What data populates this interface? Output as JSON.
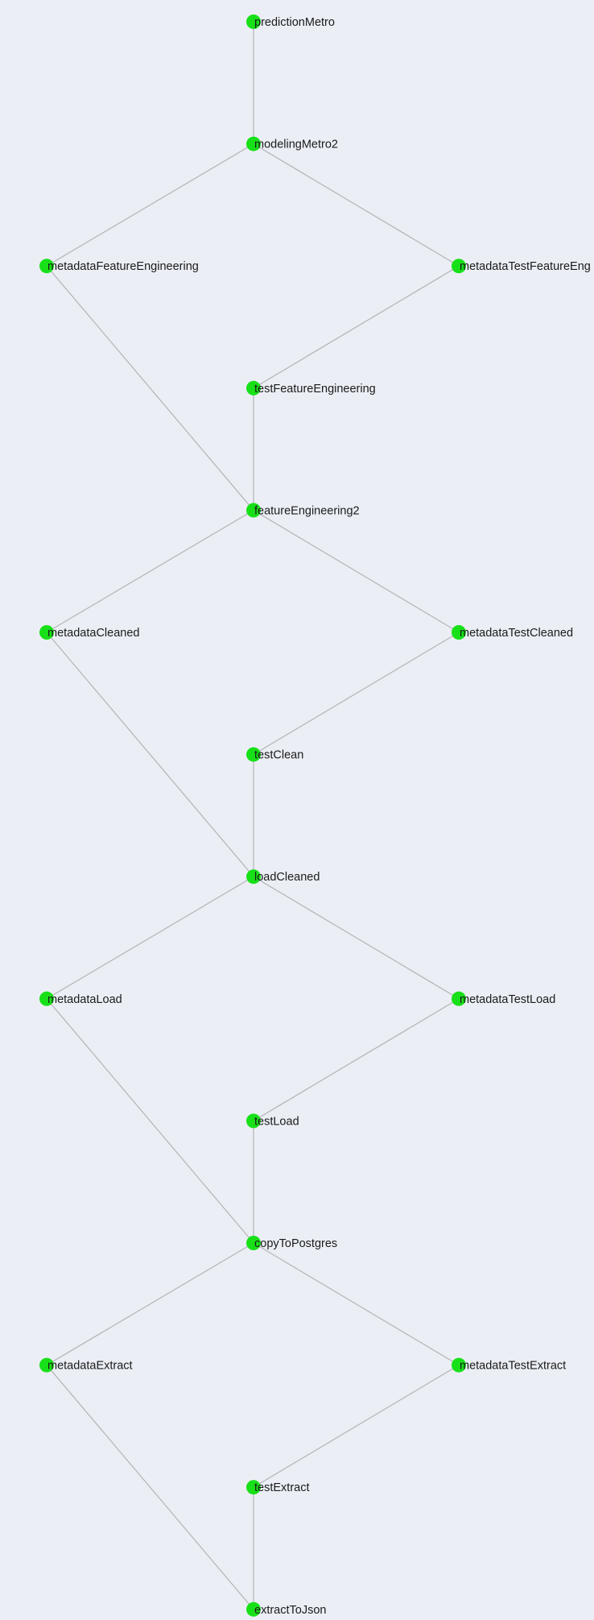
{
  "colors": {
    "background": "#ebeff5",
    "node": "#18e018",
    "edge": "#b7b7bb",
    "label": "#1a1a1a"
  },
  "nodes": [
    {
      "id": "predictionMetro",
      "label": "predictionMetro"
    },
    {
      "id": "modelingMetro2",
      "label": "modelingMetro2"
    },
    {
      "id": "metadataFeatureEngineering",
      "label": "metadataFeatureEngineering"
    },
    {
      "id": "metadataTestFeatureEng",
      "label": "metadataTestFeatureEng"
    },
    {
      "id": "testFeatureEngineering",
      "label": "testFeatureEngineering"
    },
    {
      "id": "featureEngineering2",
      "label": "featureEngineering2"
    },
    {
      "id": "metadataCleaned",
      "label": "metadataCleaned"
    },
    {
      "id": "metadataTestCleaned",
      "label": "metadataTestCleaned"
    },
    {
      "id": "testClean",
      "label": "testClean"
    },
    {
      "id": "loadCleaned",
      "label": "loadCleaned"
    },
    {
      "id": "metadataLoad",
      "label": "metadataLoad"
    },
    {
      "id": "metadataTestLoad",
      "label": "metadataTestLoad"
    },
    {
      "id": "testLoad",
      "label": "testLoad"
    },
    {
      "id": "copyToPostgres",
      "label": "copyToPostgres"
    },
    {
      "id": "metadataExtract",
      "label": "metadataExtract"
    },
    {
      "id": "metadataTestExtract",
      "label": "metadataTestExtract"
    },
    {
      "id": "testExtract",
      "label": "testExtract"
    },
    {
      "id": "extractToJson",
      "label": "extractToJson"
    }
  ],
  "edges": [
    [
      "predictionMetro",
      "modelingMetro2"
    ],
    [
      "modelingMetro2",
      "metadataFeatureEngineering"
    ],
    [
      "modelingMetro2",
      "metadataTestFeatureEng"
    ],
    [
      "metadataTestFeatureEng",
      "testFeatureEngineering"
    ],
    [
      "testFeatureEngineering",
      "featureEngineering2"
    ],
    [
      "metadataFeatureEngineering",
      "featureEngineering2"
    ],
    [
      "featureEngineering2",
      "metadataCleaned"
    ],
    [
      "featureEngineering2",
      "metadataTestCleaned"
    ],
    [
      "metadataTestCleaned",
      "testClean"
    ],
    [
      "testClean",
      "loadCleaned"
    ],
    [
      "metadataCleaned",
      "loadCleaned"
    ],
    [
      "loadCleaned",
      "metadataLoad"
    ],
    [
      "loadCleaned",
      "metadataTestLoad"
    ],
    [
      "metadataTestLoad",
      "testLoad"
    ],
    [
      "testLoad",
      "copyToPostgres"
    ],
    [
      "metadataLoad",
      "copyToPostgres"
    ],
    [
      "copyToPostgres",
      "metadataExtract"
    ],
    [
      "copyToPostgres",
      "metadataTestExtract"
    ],
    [
      "metadataTestExtract",
      "testExtract"
    ],
    [
      "testExtract",
      "extractToJson"
    ],
    [
      "metadataExtract",
      "extractToJson"
    ]
  ]
}
